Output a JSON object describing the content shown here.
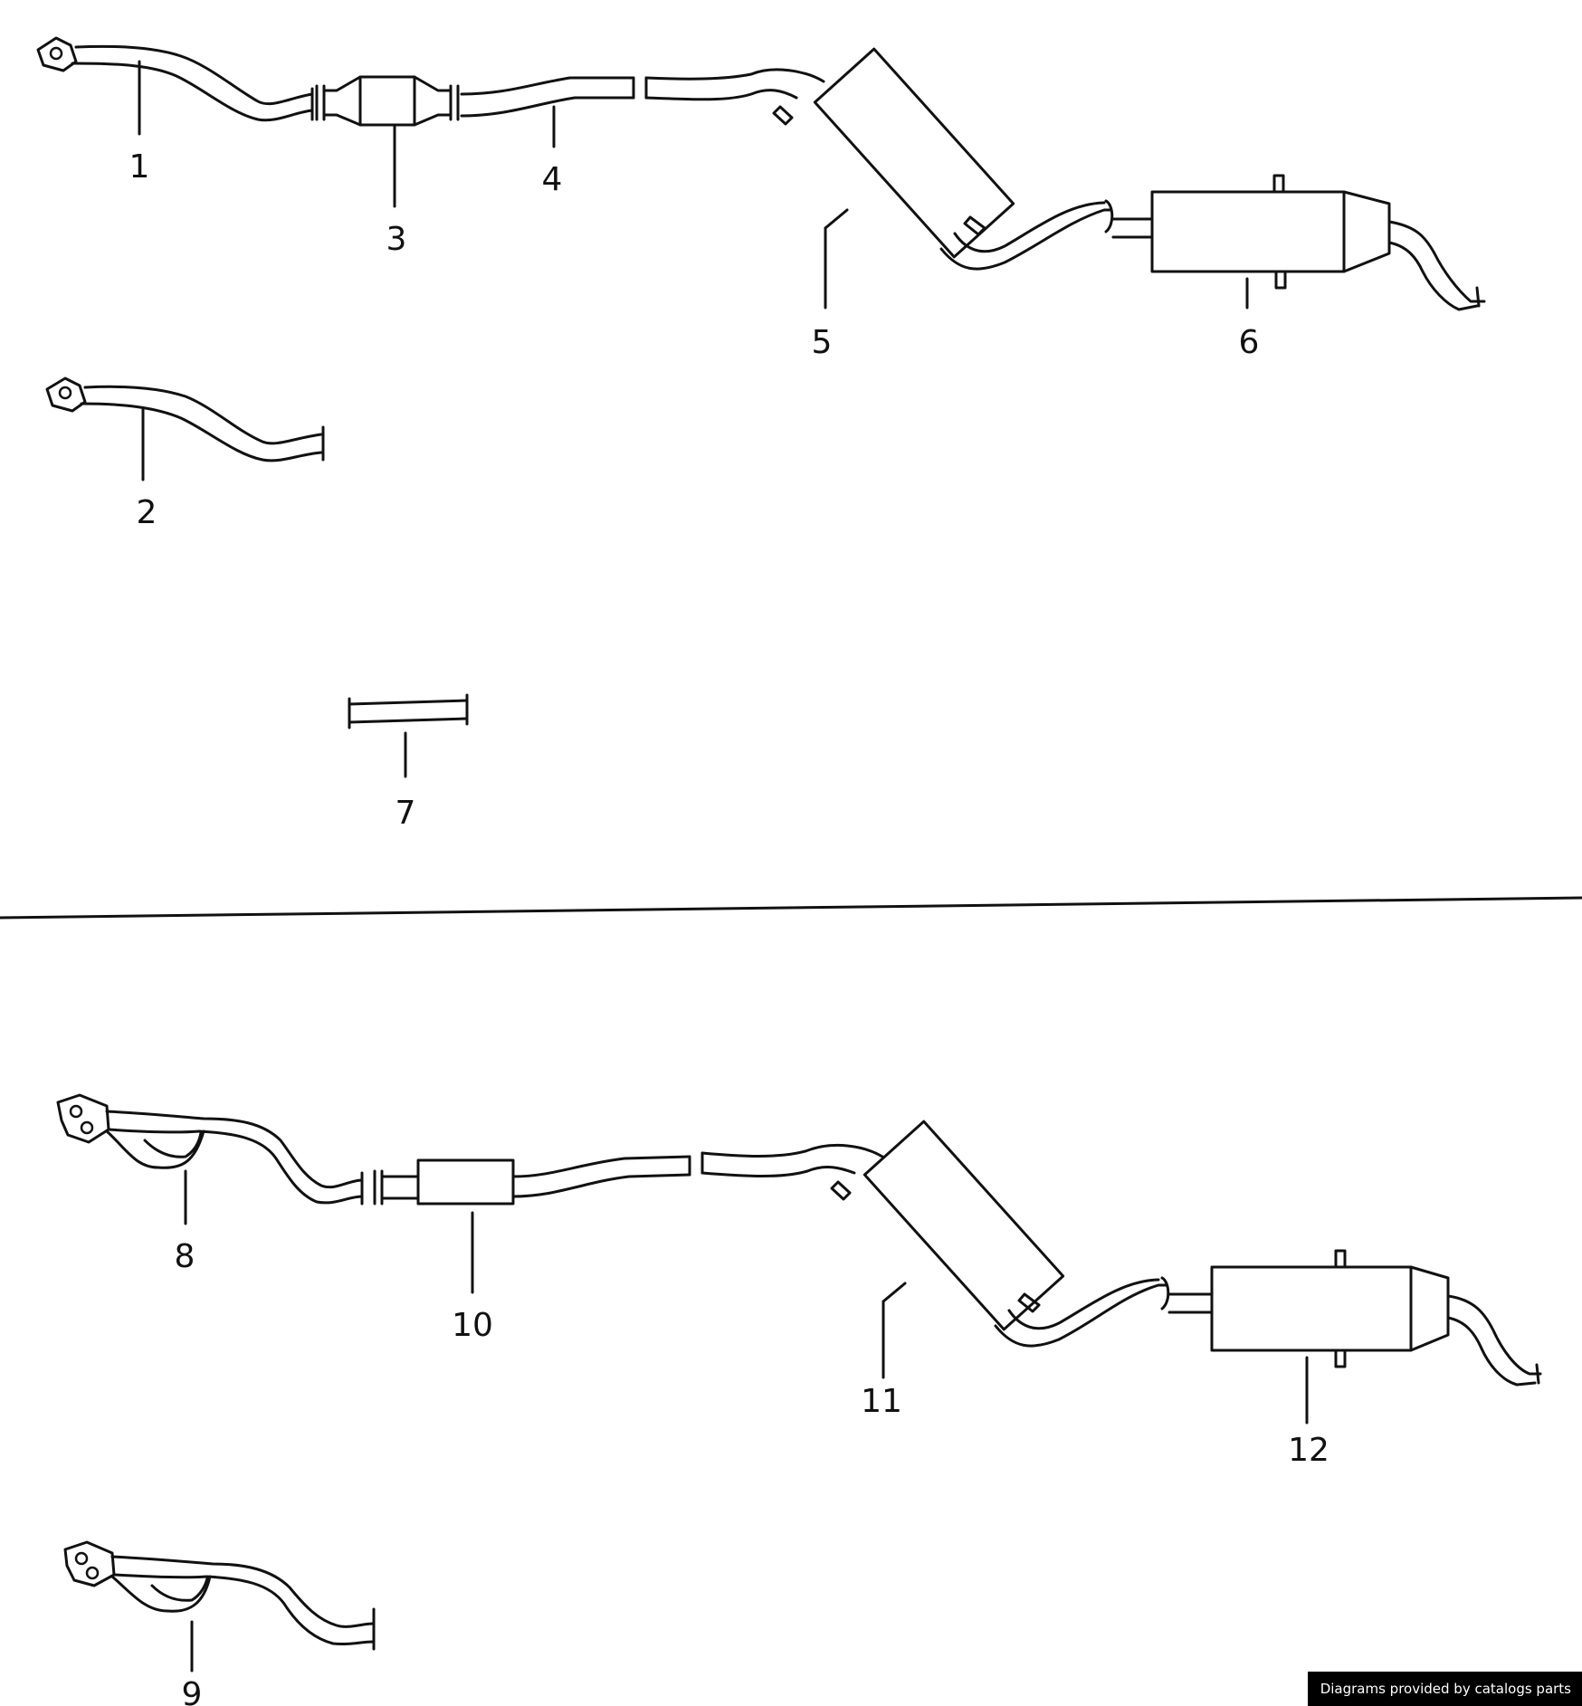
{
  "diagram": {
    "callouts": [
      "1",
      "2",
      "3",
      "4",
      "5",
      "6",
      "7",
      "8",
      "9",
      "10",
      "11",
      "12"
    ],
    "credit": "Diagrams provided by catalogs parts"
  }
}
